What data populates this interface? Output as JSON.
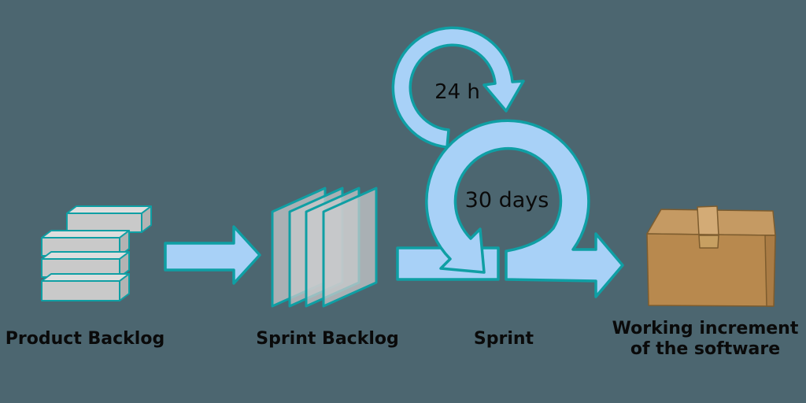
{
  "background_color": "#4c6670",
  "colors": {
    "outline": "#0f9fa4",
    "arrow_fill": "#a8d1f7",
    "brick_front": "#c9c9c9",
    "brick_top": "#dedede",
    "brick_side": "#b3b3b3",
    "sheet_fill": "#c8c9cb",
    "box_top": "#c59a63",
    "box_front": "#b8894e",
    "box_side": "#aa7c45",
    "box_tape_top": "#d3ab76",
    "box_tape_front": "#c7a062",
    "box_outline": "#7d5c2e",
    "label_text": "#0a0a0a"
  },
  "labels": {
    "product_backlog": "Product Backlog",
    "sprint_backlog": "Sprint Backlog",
    "sprint": "Sprint",
    "working_increment_line1": "Working increment",
    "working_increment_line2": "of the software",
    "daily_loop": "24 h",
    "sprint_loop": "30 days"
  }
}
